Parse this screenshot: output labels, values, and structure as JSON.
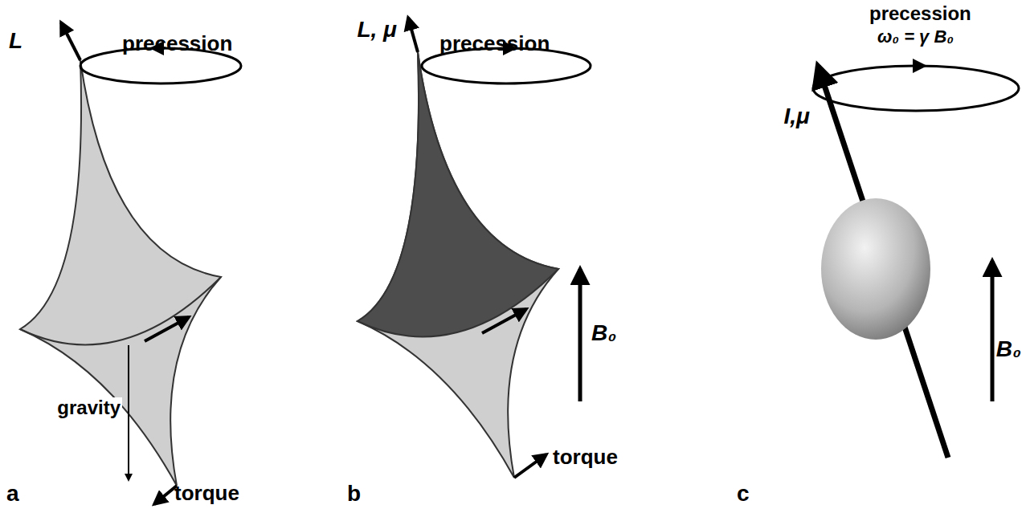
{
  "diagram": {
    "labels": [
      "L",
      "precession",
      "gravity",
      "torque",
      "a",
      "L, μ",
      "precession",
      "B₀",
      "torque",
      "b",
      "precession",
      "ω₀ = γ B₀",
      "I,μ",
      "B₀",
      "c"
    ]
  }
}
